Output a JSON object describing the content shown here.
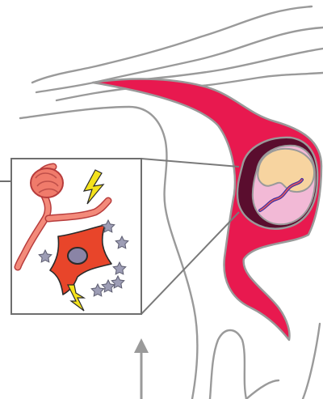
{
  "figure": {
    "background": "#ffffff",
    "colors": {
      "outline": "#9a9a9a",
      "tissue_red": "#e8194f",
      "tissue_dark": "#5a0d2e",
      "cavity_pink": "#f2b9d6",
      "cavity_yellow": "#f7d4a0",
      "vessel": "#e85a5a",
      "vessel_highlight": "#f38a7a",
      "cell": "#e8452a",
      "nucleus": "#8a84a6",
      "bolt": "#f4e21b",
      "star": "#9d9db5",
      "thread_blue": "#3d2fa5"
    },
    "inset": {
      "name": "zoom-inset",
      "icons": [
        "blood-vessel-icon",
        "cell-icon",
        "nucleus-icon",
        "lightning-bolt-icon",
        "lightning-bolt-icon",
        "star-icon"
      ],
      "star_count": 7,
      "bolt_count": 2
    },
    "arrow": {
      "name": "up-arrow-icon",
      "direction": "up"
    }
  }
}
